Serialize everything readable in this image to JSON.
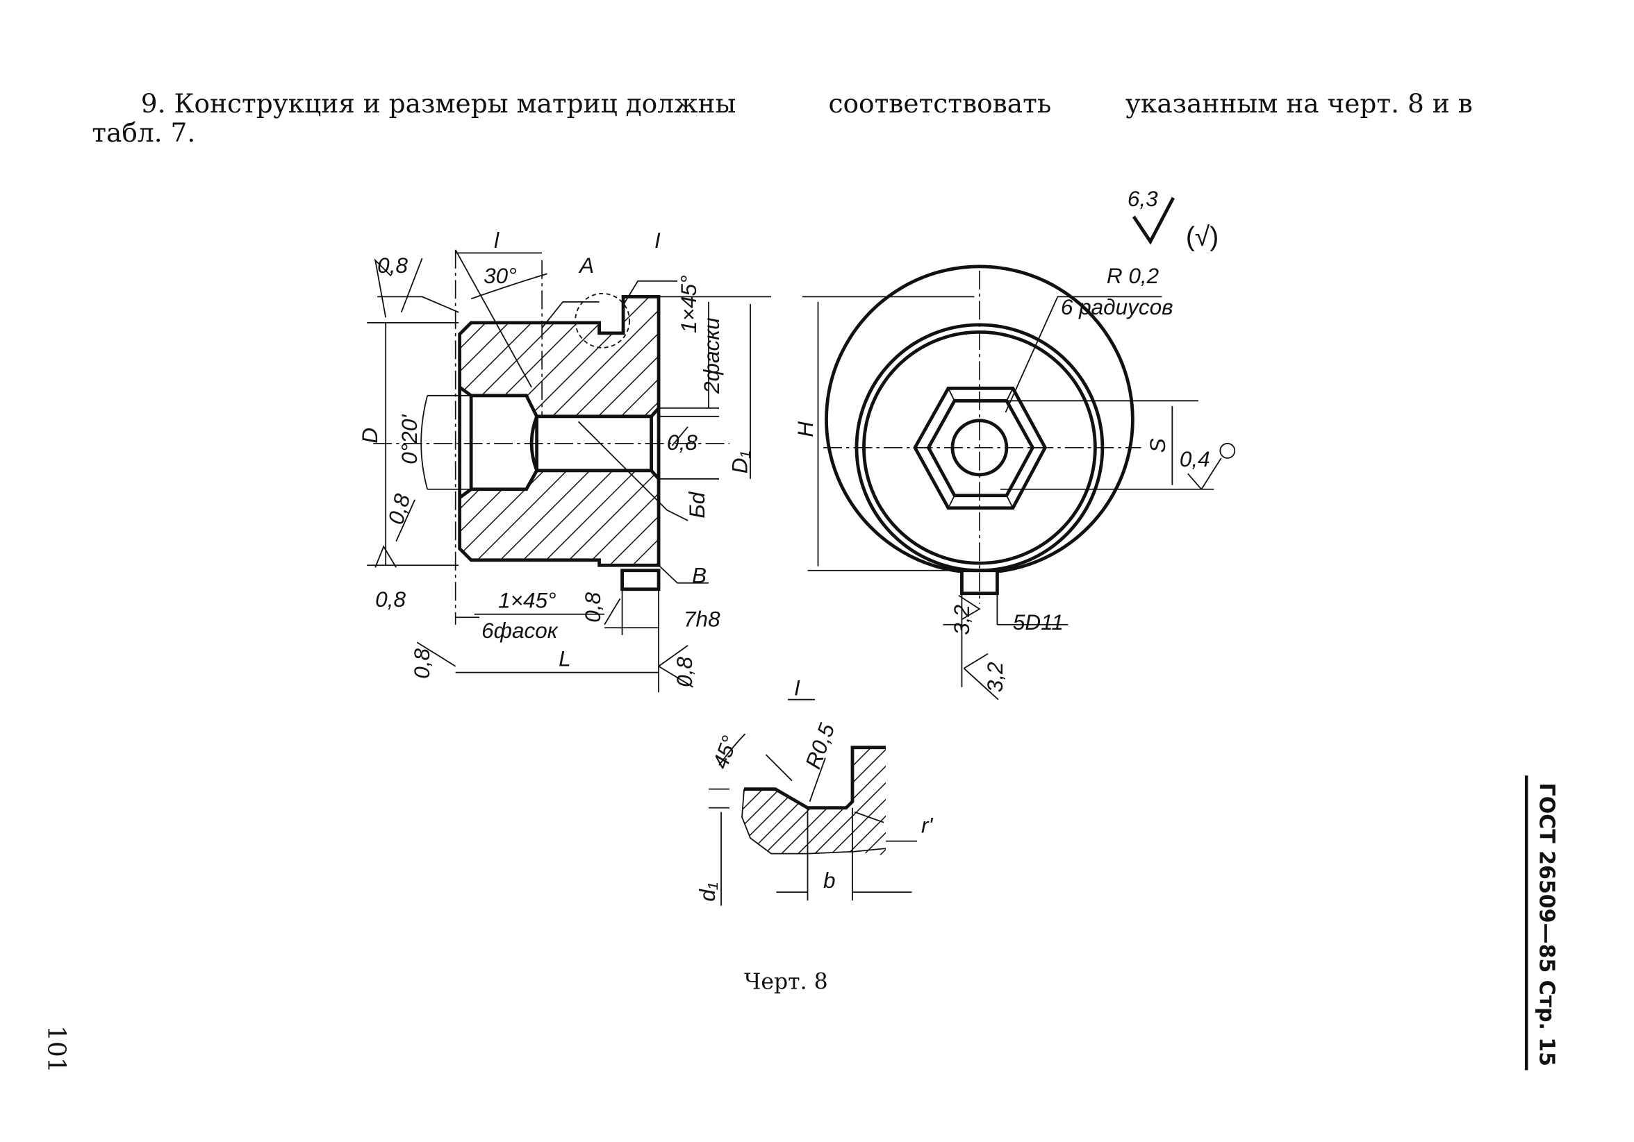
{
  "paragraph": {
    "line1_parts": [
      "9. Конструкция и размеры матриц должны",
      "соответствовать",
      "указанным на черт. 8 и в"
    ],
    "line2": "табл. 7."
  },
  "drawing": {
    "roughness_general": "6,3",
    "roughness_general_paren": "(√)",
    "section_view": {
      "l": "l",
      "angle_30": "30°",
      "A": "A",
      "detail_ref": "I",
      "D": "D",
      "angle_0_20": "0°20'",
      "D1": "D₁",
      "Bd": "Бd",
      "B": "В",
      "chamfer_top": "1×45°",
      "chamfer_top_count": "2фаски",
      "chamfer_bottom": "1×45°",
      "chamfer_bottom_count": "6фасок",
      "L": "L",
      "key_width": "7h8",
      "rough_0_8": "0,8"
    },
    "end_view": {
      "radius": "R 0,2",
      "radius_count": "6 радиусов",
      "H": "H",
      "S": "S",
      "rough_0_4": "0,4",
      "rough_3_2": "3,2",
      "slot": "5D11"
    },
    "detail": {
      "title": "I",
      "angle": "45°",
      "radius": "R0,5",
      "r": "r'",
      "d1": "d₁",
      "b": "b"
    },
    "caption": "Черт. 8"
  },
  "footer": {
    "page_number": "101",
    "standard": "ГОСТ 26509—85 Стр. 15"
  }
}
